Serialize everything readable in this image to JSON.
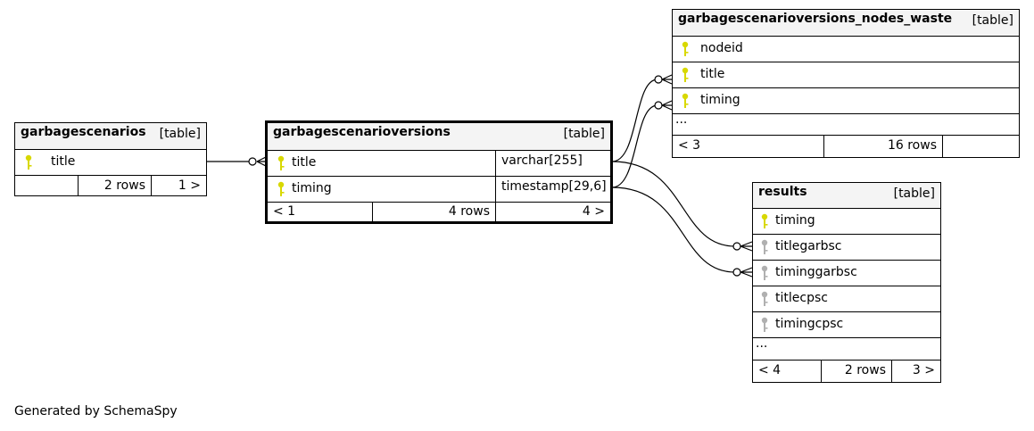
{
  "footer": "Generated by SchemaSpy",
  "colors": {
    "primary_key": "#d8d800",
    "foreign_key": "#b0b0b0",
    "header_bg": "#f4f4f4"
  },
  "tables": {
    "garbagescenarios": {
      "name": "garbagescenarios",
      "type": "[table]",
      "columns": [
        {
          "name": "title",
          "key": "primary"
        }
      ],
      "footer": {
        "rows": "2 rows",
        "children": "1 >"
      }
    },
    "garbagescenarioversions": {
      "name": "garbagescenarioversions",
      "type": "[table]",
      "columns": [
        {
          "name": "title",
          "datatype": "varchar[255]",
          "key": "primary"
        },
        {
          "name": "timing",
          "datatype": "timestamp[29,6]",
          "key": "primary"
        }
      ],
      "footer": {
        "parents": "< 1",
        "rows": "4 rows",
        "children": "4 >"
      }
    },
    "nodes_waste": {
      "name": "garbagescenarioversions_nodes_waste",
      "type": "[table]",
      "columns": [
        {
          "name": "nodeid",
          "key": "primary"
        },
        {
          "name": "title",
          "key": "primary"
        },
        {
          "name": "timing",
          "key": "primary"
        }
      ],
      "more": "...",
      "footer": {
        "parents": "< 3",
        "rows": "16 rows"
      }
    },
    "results": {
      "name": "results",
      "type": "[table]",
      "columns": [
        {
          "name": "timing",
          "key": "primary"
        },
        {
          "name": "titlegarbsc",
          "key": "foreign"
        },
        {
          "name": "timinggarbsc",
          "key": "foreign"
        },
        {
          "name": "titlecpsc",
          "key": "foreign"
        },
        {
          "name": "timingcpsc",
          "key": "foreign"
        }
      ],
      "more": "...",
      "footer": {
        "parents": "< 4",
        "rows": "2 rows",
        "children": "3 >"
      }
    }
  }
}
